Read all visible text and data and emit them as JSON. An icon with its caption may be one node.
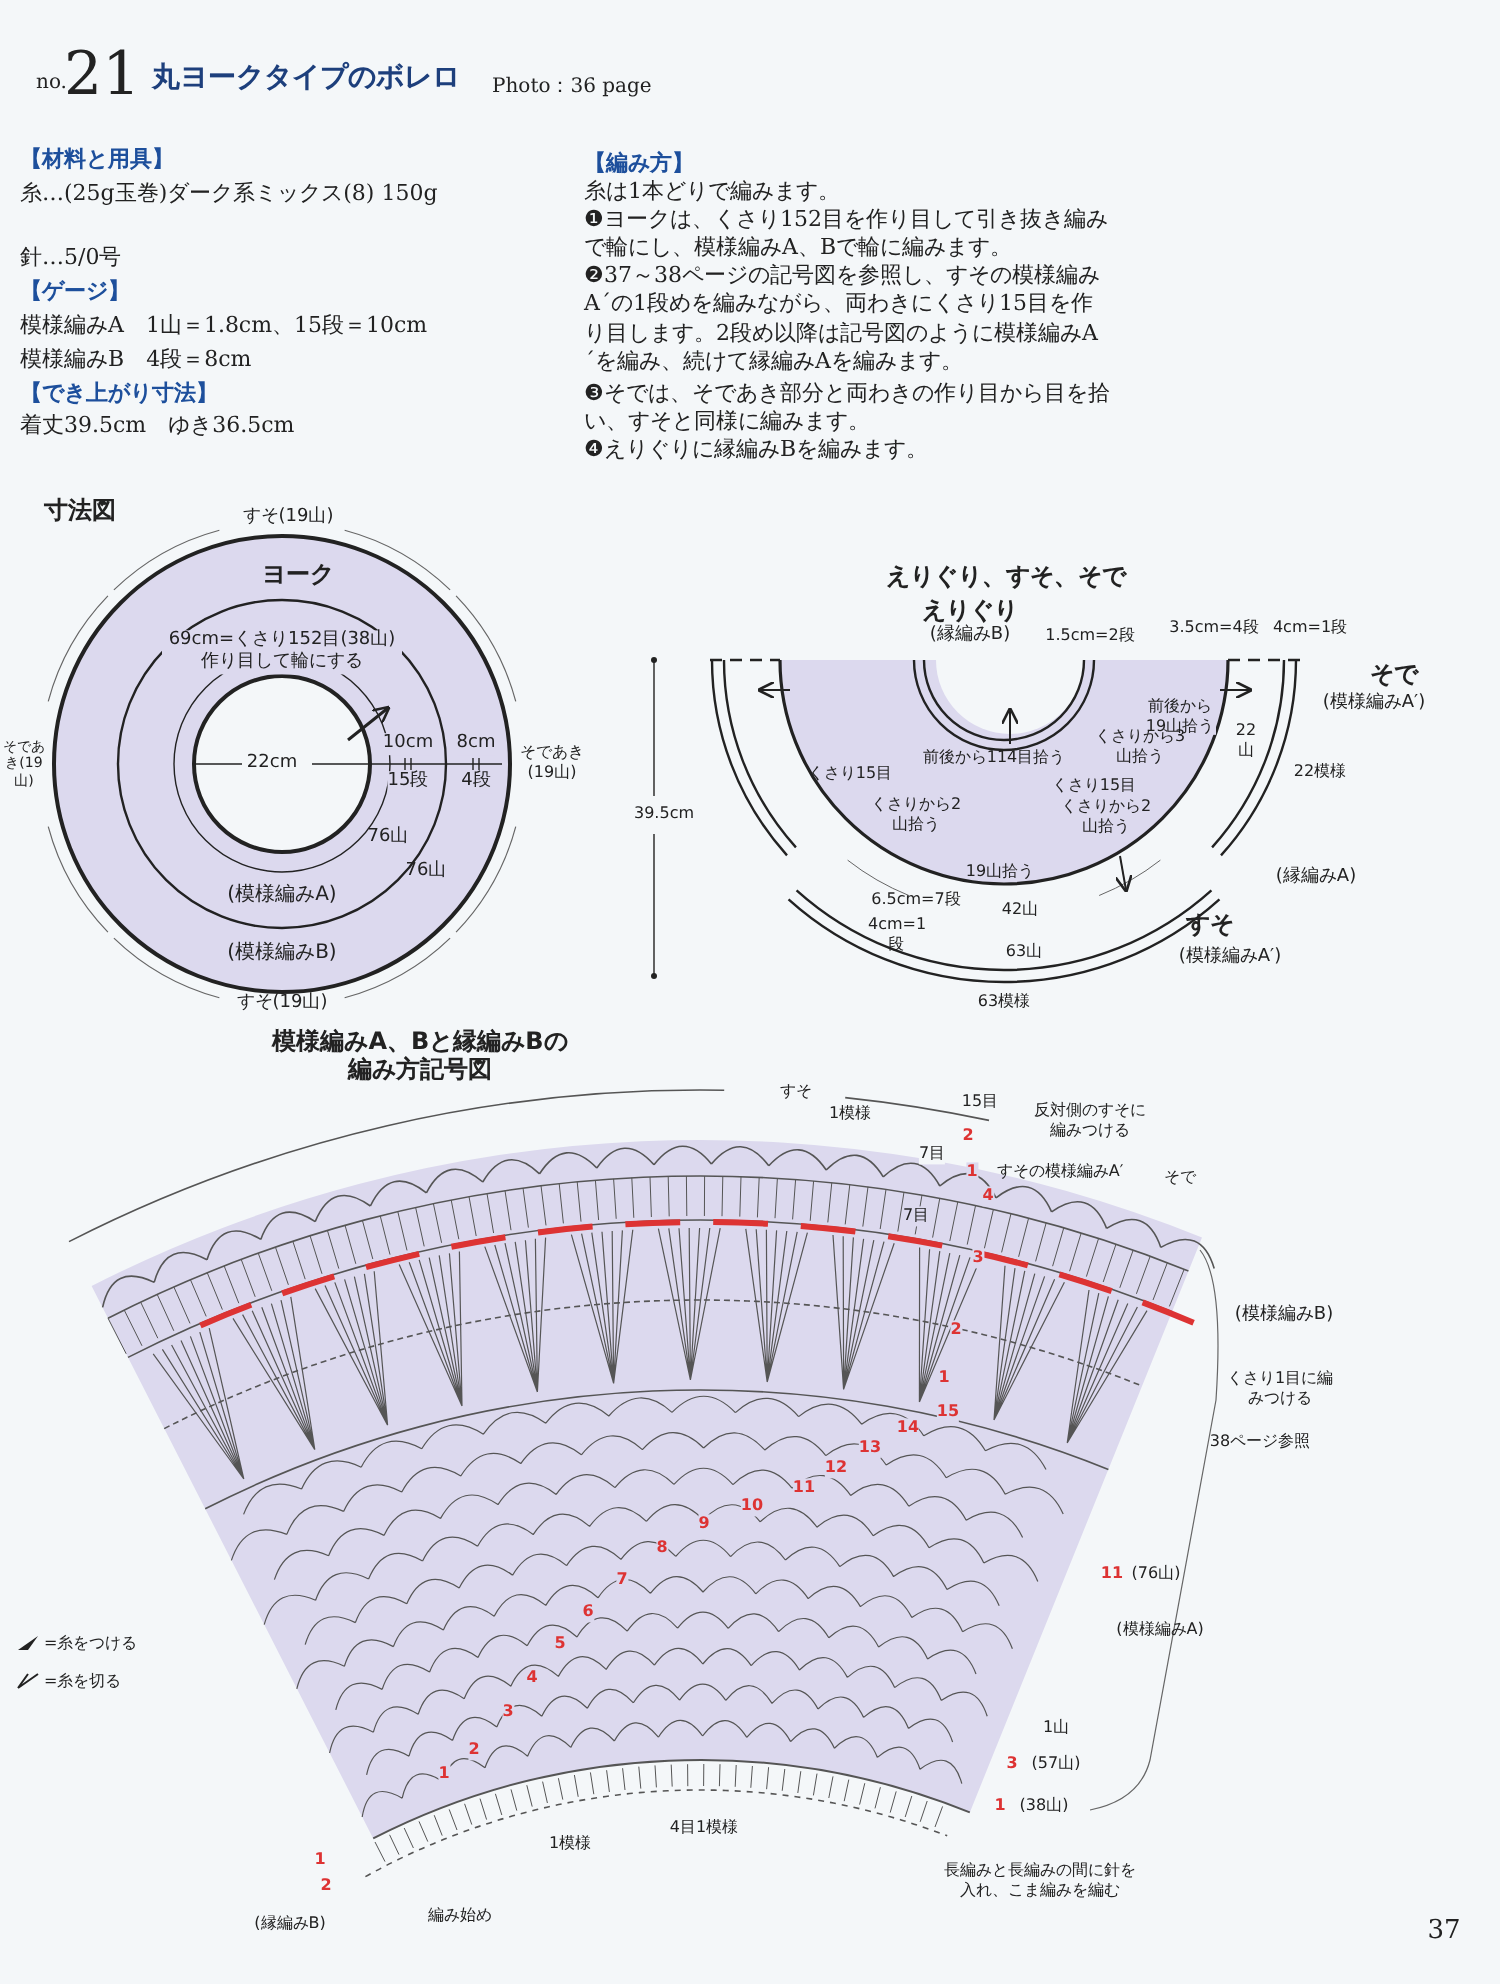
{
  "diagram": {
    "title": "丸ヨークタイプのボレロ",
    "labels": [
      "no.",
      "21",
      "Photo：36 page",
      "【材料と用具】",
      "糸…(25g玉巻)ダーク系ミックス(8) 150g",
      "針…5/0号",
      "【ゲージ】",
      "模様編みA　1山＝1.8cm、15段＝10cm",
      "模様編みB　4段＝8cm",
      "【でき上がり寸法】",
      "着丈39.5cm　ゆき36.5cm",
      "【編み方】",
      "糸は1本どりで編みます。",
      "❶ヨークは、くさり152目を作り目して引き抜き編みで輪にし、模様編みA、Bで輪に編みます。",
      "❷37～38ページの記号図を参照し、すその模様編みA´の1段めを編みながら、両わきにくさり15目を作り目します。2段め以降は記号図のように模様編みA´を編み、続けて縁編みAを編みます。",
      "❸そでは、そであき部分と両わきの作り目から目を拾い、すそと同様に編みます。",
      "❹えりぐりに縁編みBを編みます。",
      "寸法図",
      "すそ(19山)",
      "ヨーク",
      "69cm=くさり152目(38山)作り目して輪にする",
      "そであき(19山)",
      "22cm",
      "10cm",
      "15段",
      "8cm",
      "4段",
      "そであき(19山)",
      "76山",
      "76山",
      "(模様編みA)",
      "(模様編みB)",
      "すそ(19山)",
      "えりぐり、すそ、そで",
      "えりぐり",
      "(縁編みB)",
      "1.5cm=2段",
      "3.5cm=4段",
      "4cm=1段",
      "そで",
      "(模様編みA′)",
      "前後から19山拾う",
      "22山",
      "39.5cm",
      "くさりから3山拾う",
      "前後から114目拾う",
      "22模様",
      "くさり15目",
      "くさり15目",
      "くさりから2山拾う",
      "くさりから2山拾う",
      "(縁編みA)",
      "19山拾う",
      "6.5cm=7段",
      "42山",
      "4cm=1段",
      "63山",
      "すそ",
      "(模様編みA′)",
      "63模様",
      "模様編みA、Bと縁編みBの編み方記号図",
      "15目",
      "反対側のすそに編みつける",
      "すそ",
      "1模様",
      "2",
      "7目",
      "1",
      "すその模様編みA′",
      "そで",
      "4",
      "7目",
      "3",
      "(模様編みB)",
      "2",
      "1",
      "くさり1目に編みつける",
      "15",
      "14",
      "38ページ参照",
      "13",
      "12",
      "11",
      "10",
      "9",
      "11",
      "(76山)",
      "8",
      "(模様編みA)",
      "7",
      "6",
      "5",
      "4",
      "3",
      "1山",
      "2",
      "3",
      "(57山)",
      "1",
      "1",
      "(38山)",
      "4目1模様",
      "1模様",
      "1",
      "2",
      "編み始め",
      "長編みと長編みの間に針を入れ、こま編みを編む",
      "(縁編みB)",
      "37"
    ],
    "legend": [
      {
        "text": "=糸をつける"
      },
      {
        "text": "=糸を切る"
      }
    ]
  }
}
